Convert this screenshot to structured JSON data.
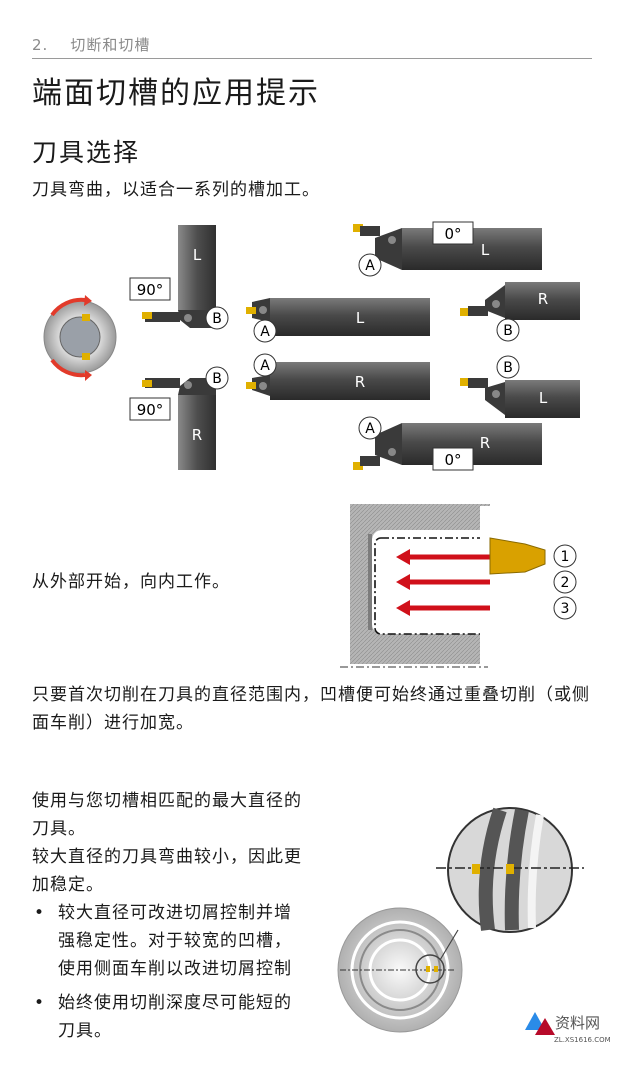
{
  "header": {
    "chapter_number": "2.",
    "chapter_title": "切断和切槽"
  },
  "title": "端面切槽的应用提示",
  "section": {
    "heading": "刀具选择",
    "intro": "刀具弯曲，以适合一系列的槽加工。"
  },
  "tool_diagram": {
    "angle_90_top": "90°",
    "angle_90_bottom": "90°",
    "angle_0_top": "0°",
    "angle_0_bottom": "0°",
    "label_L": "L",
    "label_R": "R",
    "label_A": "A",
    "label_B": "B"
  },
  "outside_in": {
    "text": "从外部开始，向内工作。",
    "steps": [
      "1",
      "2",
      "3"
    ],
    "colors": {
      "arrow": "#d0101a",
      "insert": "#d9a100"
    }
  },
  "widening_text": "只要首次切削在刀具的直径范围内，凹槽便可始终通过重叠切削（或侧面车削）进行加宽。",
  "diameter": {
    "p1": "使用与您切槽相匹配的最大直径的刀具。",
    "p2": "较大直径的刀具弯曲较小，因此更加稳定。",
    "bullets": [
      "较大直径可改进切屑控制并增强稳定性。对于较宽的凹槽，使用侧面车削以改进切屑控制",
      "始终使用切削深度尽可能短的刀具。"
    ],
    "bullet_glyph": "•"
  },
  "watermark": {
    "text": "资料网",
    "url_text": "ZL.XS1616.COM"
  }
}
